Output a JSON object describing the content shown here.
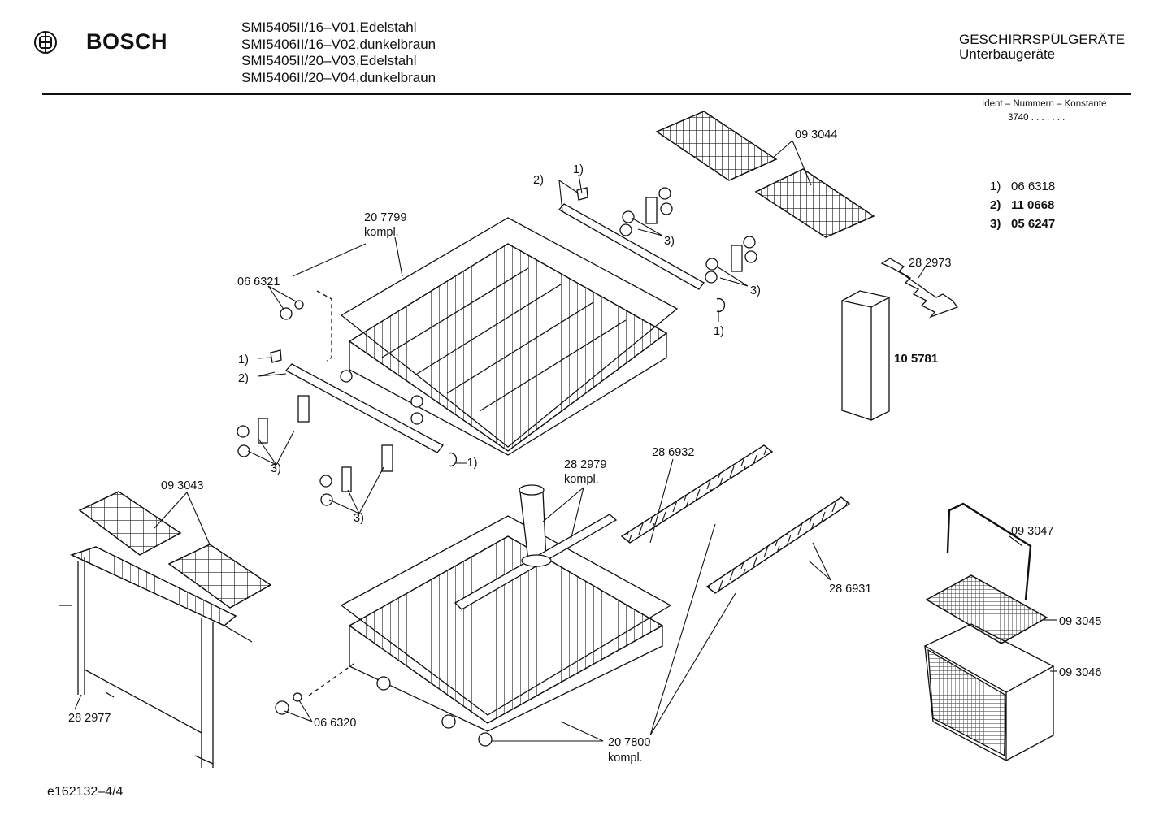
{
  "header": {
    "brand": "BOSCH",
    "models": [
      "SMI5405II/16–V01,Edelstahl",
      "SMI5406II/16–V02,dunkelbraun",
      "SMI5405II/20–V03,Edelstahl",
      "SMI5406II/20–V04,dunkelbraun"
    ],
    "category_title": "GESCHIRRSPÜLGERÄTE",
    "category_subtitle": "Unterbaugeräte",
    "ident_label": "Ident – Nummern – Konstante",
    "ident_value": "3740 . . .  . . . ."
  },
  "legend": [
    {
      "key": "1)",
      "part": "06 6318",
      "bold": false
    },
    {
      "key": "2)",
      "part": "11 0668",
      "bold": true
    },
    {
      "key": "3)",
      "part": "05 6247",
      "bold": true
    }
  ],
  "callouts": {
    "c093044": "09 3044",
    "c1a": "1)",
    "c2a": "2)",
    "c3a": "3)",
    "c3b": "3)",
    "c1b": "1)",
    "c207799": "20 7799",
    "c207799k": "kompl.",
    "c066321": "06 6321",
    "c282973": "28 2973",
    "c105781": "10 5781",
    "c1c": "1)",
    "c2c": "2)",
    "c1d": "—1)",
    "c3c": "3)",
    "c3d": "3)",
    "c093043": "09 3043",
    "c282979": "28 2979",
    "c282979k": "kompl.",
    "c286932": "28 6932",
    "c286931": "28 6931",
    "c093047": "09 3047",
    "c093045": "09 3045",
    "c093046": "09 3046",
    "c282977": "28 2977",
    "c066320": "06 6320",
    "c207800": "20 7800",
    "c207800k": "kompl."
  },
  "footer": {
    "doc_id": "e162132–4/4"
  }
}
